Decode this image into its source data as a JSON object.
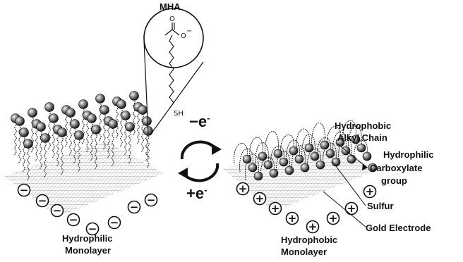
{
  "title": "MHA",
  "left_state": {
    "label_line1": "Hydrophilic",
    "label_line2": "Monolayer",
    "charge_symbol": "−"
  },
  "right_state": {
    "label_line1": "Hydrophobic",
    "label_line2": "Monolayer",
    "charge_symbol": "+"
  },
  "switch": {
    "top_label": "−e",
    "top_sup": "-",
    "bottom_label": "+e",
    "bottom_sup": "-"
  },
  "molecule": {
    "thiol": "SH",
    "oxygen": "O",
    "charge": "−"
  },
  "callouts": {
    "alkyl_line1": "Hydrophobic",
    "alkyl_line2": "Alkyl Chain",
    "carboxylate_line1": "Hydrophilic",
    "carboxylate_line2": "Carboxylate",
    "carboxylate_line3": "group",
    "sulfur": "Sulfur",
    "gold": "Gold Electrode"
  }
}
